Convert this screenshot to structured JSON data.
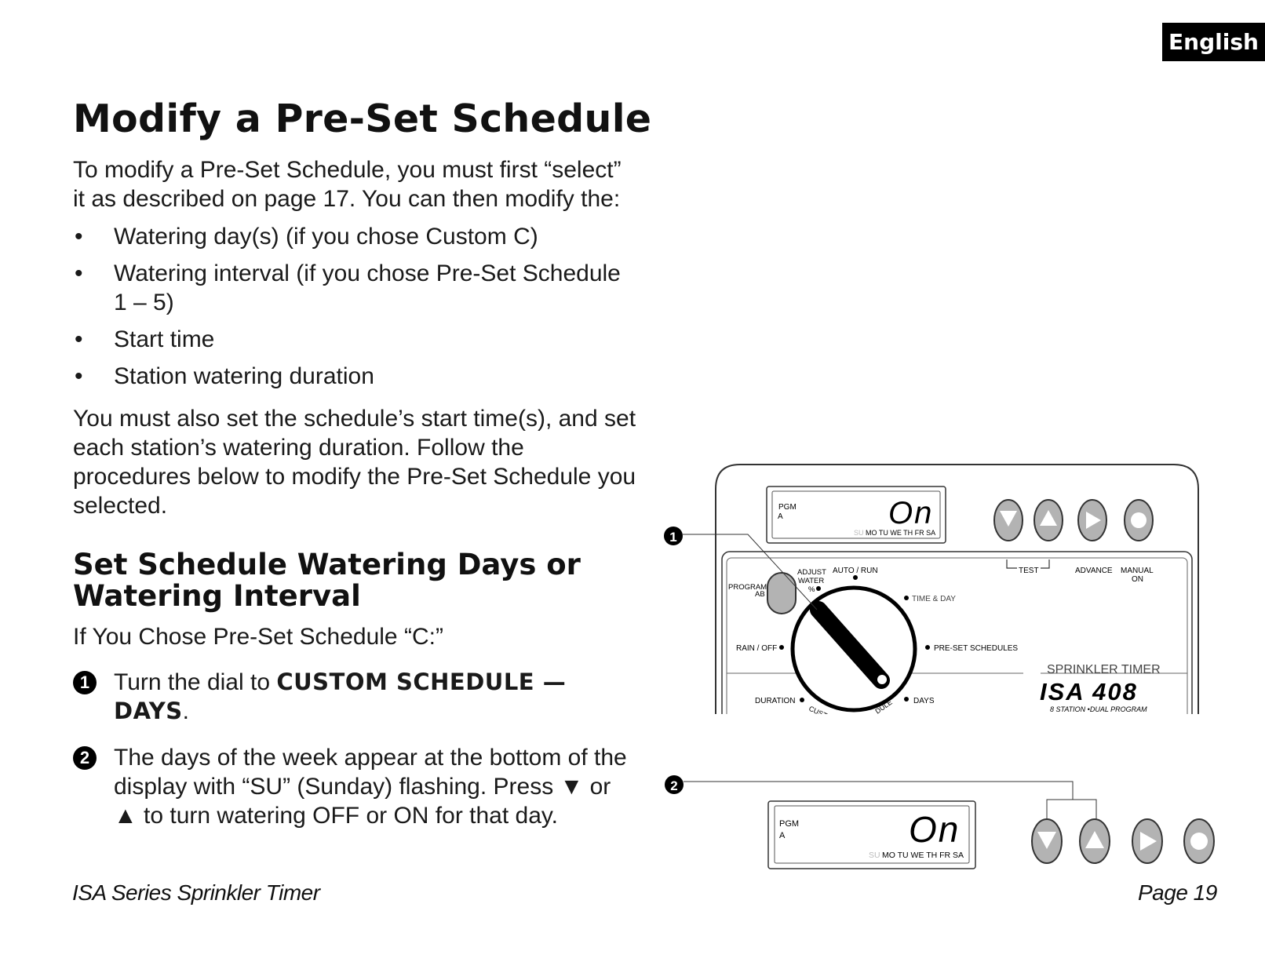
{
  "language_tab": "English",
  "heading": "Modify a Pre-Set Schedule",
  "intro": "To modify a Pre-Set Schedule, you must first “select” it as described on page 17. You can then modify the:",
  "bullets": [
    "Watering day(s) (if you chose Custom C)",
    "Watering interval (if you chose Pre-Set Schedule 1 – 5)",
    "Start time",
    "Station watering duration"
  ],
  "bullet_symbol": "•",
  "also": "You must also set the schedule’s start time(s), and set each station’s watering duration. Follow the procedures below to modify the Pre-Set Schedule you selected.",
  "subheading": "Set Schedule Watering Days or Watering Interval",
  "if_you_chose": "If You Chose Pre-Set Schedule “C:”",
  "steps": [
    {
      "number": "1",
      "text_before": "Turn the dial to ",
      "bold": "CUSTOM  SCHEDULE — DAYS",
      "text_after": "."
    },
    {
      "number": "2",
      "text": "The days of the week appear at the bottom of the display with “SU” (Sunday) flashing. Press ▼ or ▲ to turn watering OFF or ON for that day."
    }
  ],
  "footer": {
    "left": "ISA Series Sprinkler Timer",
    "right": "Page 19"
  },
  "timer": {
    "display": {
      "pgm": "PGM",
      "program_letter": "A",
      "value": "On",
      "day_su": "SU",
      "days_rest": "MO TU WE TH FR SA"
    },
    "labels": {
      "program": "PROGRAM",
      "program_ab": "AB",
      "adjust": "ADJUST",
      "water": "WATER",
      "percent": "%",
      "auto_run": "AUTO / RUN",
      "time_day": "TIME & DAY",
      "rain_off": "RAIN / OFF",
      "preset_schedules": "PRE-SET SCHEDULES",
      "duration": "DURATION",
      "days": "DAYS",
      "custom_fragment": "CUST",
      "schedule_fragment": "DULE",
      "test": "TEST",
      "advance": "ADVANCE",
      "manual": "MANUAL",
      "on": "ON",
      "sprinkler_timer": "SPRINKLER TIMER",
      "model": "ISA 408",
      "subtitle": "8 STATION  •DUAL PROGRAM"
    },
    "callouts": [
      "1",
      "2"
    ],
    "colors": {
      "button_fill": "#b3b3b3",
      "dial_stroke": "#000000",
      "outline": "#333333"
    }
  }
}
